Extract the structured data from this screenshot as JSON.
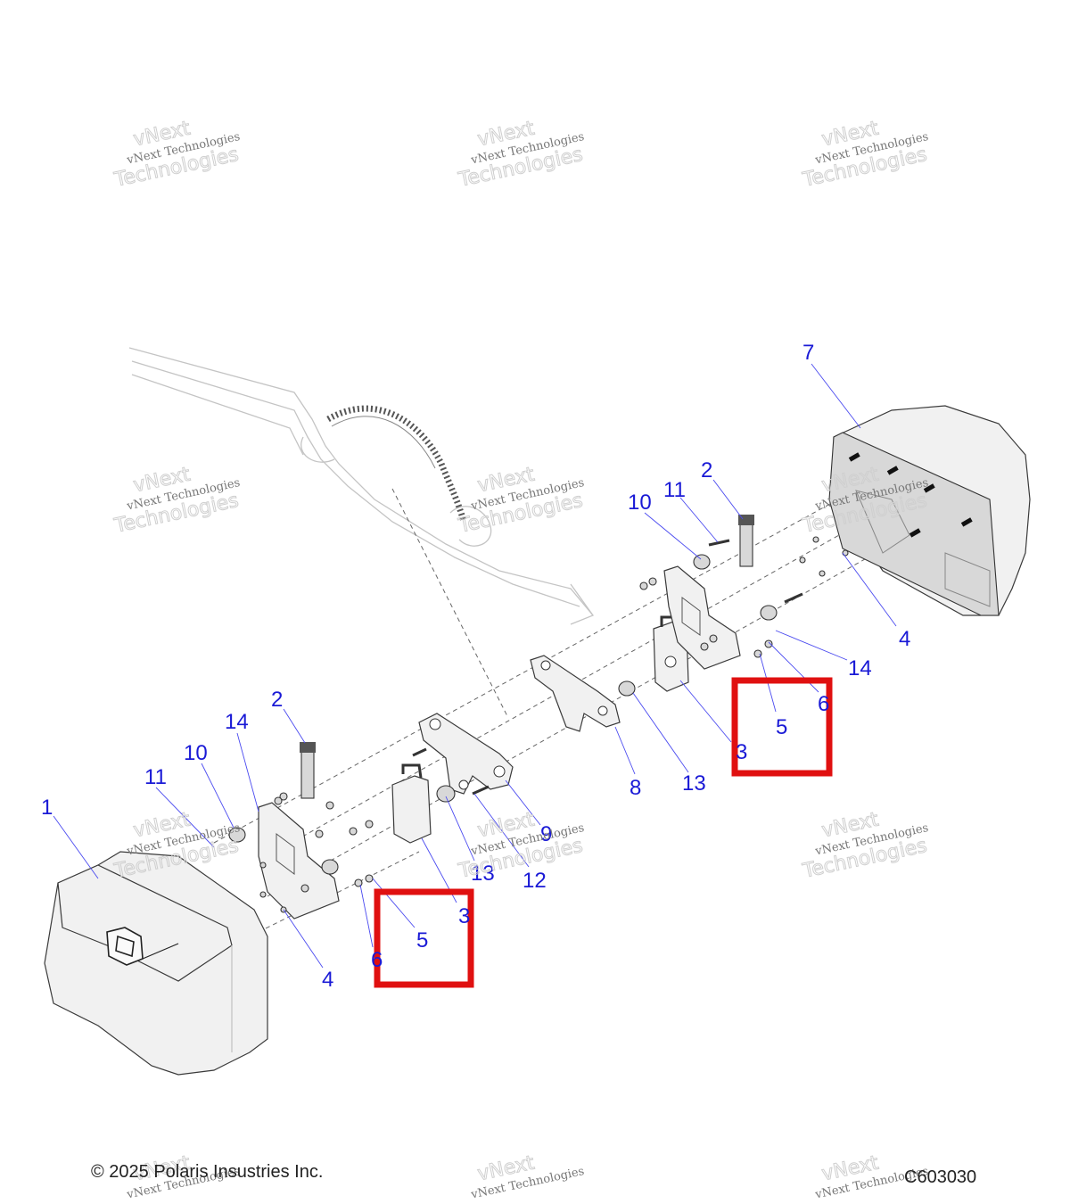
{
  "watermark": {
    "line1": "vNext",
    "line2": "vNext Technologies",
    "line3": "Technologies"
  },
  "callouts": [
    {
      "id": "c1",
      "label": "1"
    },
    {
      "id": "c2a",
      "label": "2"
    },
    {
      "id": "c2b",
      "label": "2"
    },
    {
      "id": "c3a",
      "label": "3"
    },
    {
      "id": "c3b",
      "label": "3"
    },
    {
      "id": "c4a",
      "label": "4"
    },
    {
      "id": "c4b",
      "label": "4"
    },
    {
      "id": "c5a",
      "label": "5"
    },
    {
      "id": "c5b",
      "label": "5"
    },
    {
      "id": "c6a",
      "label": "6"
    },
    {
      "id": "c6b",
      "label": "6"
    },
    {
      "id": "c7",
      "label": "7"
    },
    {
      "id": "c8",
      "label": "8"
    },
    {
      "id": "c9",
      "label": "9"
    },
    {
      "id": "c10a",
      "label": "10"
    },
    {
      "id": "c10b",
      "label": "10"
    },
    {
      "id": "c11a",
      "label": "11"
    },
    {
      "id": "c11b",
      "label": "11"
    },
    {
      "id": "c12",
      "label": "12"
    },
    {
      "id": "c13a",
      "label": "13"
    },
    {
      "id": "c13b",
      "label": "13"
    },
    {
      "id": "c14a",
      "label": "14"
    },
    {
      "id": "c14b",
      "label": "14"
    }
  ],
  "footer": {
    "copyright": "© 2025 Polaris Insustries Inc.",
    "figure_code": "C603030"
  },
  "colors": {
    "callout": "#1a1ad6",
    "highlight": "#e01010"
  }
}
